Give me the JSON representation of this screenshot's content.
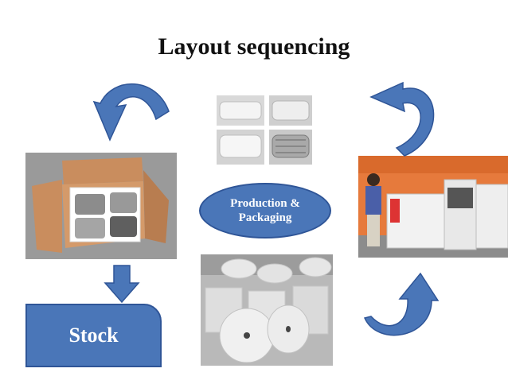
{
  "title": "Layout sequencing",
  "center_label": "Production & Packaging",
  "stock_label": "Stock",
  "colors": {
    "shape_fill": "#4a76b8",
    "shape_stroke": "#2f5597",
    "box_cardboard": "#c98d5e",
    "machine_wall": "#e67a3c"
  },
  "images": [
    "cup-stacks-photo",
    "packed-box-photo",
    "cup-machine-photo",
    "paper-rolls-photo"
  ]
}
